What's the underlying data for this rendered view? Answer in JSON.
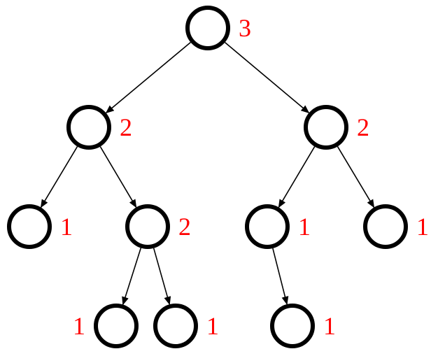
{
  "title": "Binary tree with node heights",
  "colors": {
    "node_stroke": "#000000",
    "edge": "#000000",
    "label": "#ff0000"
  },
  "nodes": [
    {
      "id": "root",
      "label": "3"
    },
    {
      "id": "l",
      "label": "2"
    },
    {
      "id": "r",
      "label": "2"
    },
    {
      "id": "ll",
      "label": "1"
    },
    {
      "id": "lr",
      "label": "2"
    },
    {
      "id": "rl",
      "label": "1"
    },
    {
      "id": "rr",
      "label": "1"
    },
    {
      "id": "lrl",
      "label": "1"
    },
    {
      "id": "lrr",
      "label": "1"
    },
    {
      "id": "rll",
      "label": "1"
    }
  ],
  "edges": [
    {
      "from": "root",
      "to": "l"
    },
    {
      "from": "root",
      "to": "r"
    },
    {
      "from": "l",
      "to": "ll"
    },
    {
      "from": "l",
      "to": "lr"
    },
    {
      "from": "r",
      "to": "rl"
    },
    {
      "from": "r",
      "to": "rr"
    },
    {
      "from": "lr",
      "to": "lrl"
    },
    {
      "from": "lr",
      "to": "lrr"
    },
    {
      "from": "rl",
      "to": "rll"
    }
  ]
}
